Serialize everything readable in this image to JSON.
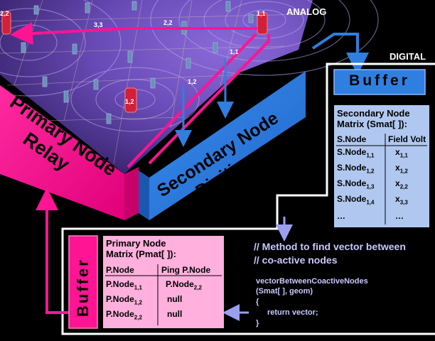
{
  "labels": {
    "analog": "ANALOG",
    "digital": "DIGITAL",
    "primary_relay_line1": "Primary Node",
    "primary_relay_line2": "Relay",
    "secondary_digitizer_line1": "Secondary Node",
    "secondary_digitizer_line2": "Digitizer",
    "buffer": "Buffer"
  },
  "node_labels": {
    "n11_top": "1,1",
    "n11_mid": "1,1",
    "n22_left": "2,2",
    "n22_top": "2,2",
    "n33": "3,3",
    "n12_mid": "1,2",
    "n12_red": "1,2"
  },
  "secondary_matrix": {
    "title_line1": "Secondary Node",
    "title_line2": "Matrix (Smat[ ]):",
    "col1": "S.Node",
    "col2": "Field Volt",
    "rows": [
      {
        "node": "S.Node",
        "node_sub": "1,1",
        "val": "x",
        "val_sub": "1,1"
      },
      {
        "node": "S.Node",
        "node_sub": "1,2",
        "val": "x",
        "val_sub": "1,2"
      },
      {
        "node": "S.Node",
        "node_sub": "1,3",
        "val": "x",
        "val_sub": "2,2"
      },
      {
        "node": "S.Node",
        "node_sub": "1,4",
        "val": "x",
        "val_sub": "3,3"
      }
    ],
    "ellipsis1": "…",
    "ellipsis2": "…"
  },
  "primary_matrix": {
    "title_line1": "Primary Node",
    "title_line2": "Matrix (Pmat[ ]):",
    "col1": "P.Node",
    "col2": "Ping P.Node",
    "rows": [
      {
        "node": "P.Node",
        "node_sub": "1,1",
        "val": "P.Node",
        "val_sub": "2,2"
      },
      {
        "node": "P.Node",
        "node_sub": "1,2",
        "val": "null",
        "val_sub": ""
      },
      {
        "node": "P.Node",
        "node_sub": "2,2",
        "val": "null",
        "val_sub": ""
      }
    ]
  },
  "code": {
    "comment1": "// Method to find vector between",
    "comment2": "// co-active nodes",
    "sig1": "vectorBetweenCoactiveNodes",
    "sig2": "(Smat[ ], geom)",
    "open": "{",
    "body": "return vector;",
    "close": "}"
  },
  "colors": {
    "magenta": "#ff1493",
    "blue": "#2f7fe0",
    "secondary_table": "#b0c8f0",
    "primary_table": "#ffb0dc",
    "code_text": "#c8c8ff"
  }
}
